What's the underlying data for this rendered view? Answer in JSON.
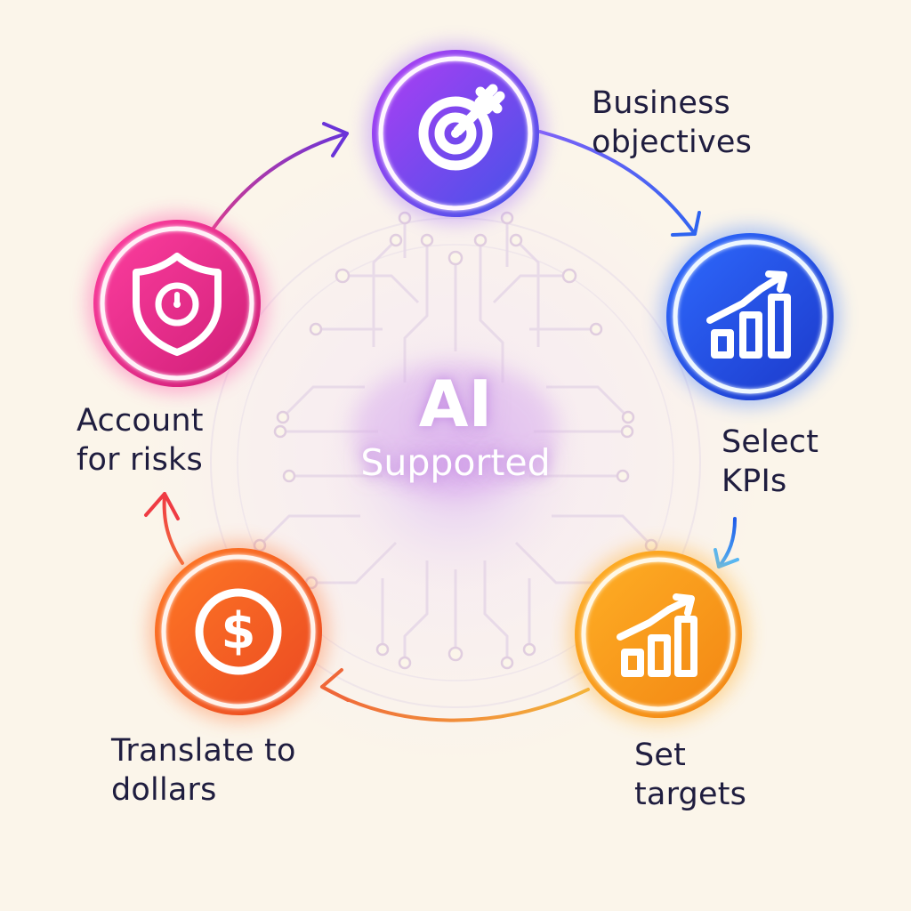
{
  "center": {
    "title": "AI",
    "subtitle": "Supported"
  },
  "steps": [
    {
      "key": "business",
      "label_lines": [
        "Business",
        "objectives"
      ],
      "icon": "target-icon",
      "gradient": [
        "#a63bf2",
        "#4b4fe6"
      ],
      "glow": "#8f63ff"
    },
    {
      "key": "kpi",
      "label_lines": [
        "Select",
        "KPIs"
      ],
      "icon": "bar-chart-trend-icon",
      "gradient": [
        "#2558f2",
        "#1e3ed8"
      ],
      "glow": "#3f7dff"
    },
    {
      "key": "targets",
      "label_lines": [
        "Set",
        "targets"
      ],
      "icon": "bar-chart-trend-icon",
      "gradient": [
        "#ffa51f",
        "#f28a17"
      ],
      "glow": "#ffb23b"
    },
    {
      "key": "dollars",
      "label_lines": [
        "Translate to",
        "dollars"
      ],
      "icon": "dollar-coin-icon",
      "gradient": [
        "#ff6a1f",
        "#f04e24"
      ],
      "glow": "#ff7a3d"
    },
    {
      "key": "risks",
      "label_lines": [
        "Account",
        "for risks"
      ],
      "icon": "shield-gauge-icon",
      "gradient": [
        "#ff2f90",
        "#d91f7c"
      ],
      "glow": "#ff4fa8"
    }
  ],
  "arrows": [
    {
      "from": "business",
      "to": "kpi",
      "color": "#6c5cff"
    },
    {
      "from": "kpi",
      "to": "targets",
      "color": "#3d86ff"
    },
    {
      "from": "targets",
      "to": "dollars",
      "color": "#f4a12f"
    },
    {
      "from": "dollars",
      "to": "risks",
      "color": "#ef5d3c"
    },
    {
      "from": "risks",
      "to": "business",
      "color": "#b24bd8"
    }
  ]
}
